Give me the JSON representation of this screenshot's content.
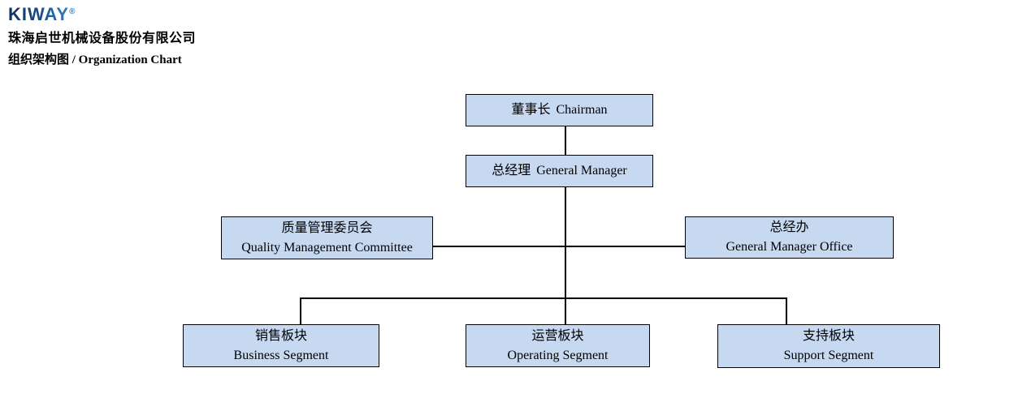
{
  "header": {
    "logo_text": "KIWAY",
    "logo_registered_mark": "®",
    "company_name": "珠海启世机械设备股份有限公司",
    "chart_title": "组织架构图 / Organization Chart"
  },
  "colors": {
    "node_fill": "#c6d9f1",
    "node_border": "#000000",
    "connector": "#000000",
    "logo_blue_dark": "#12305f",
    "logo_blue_light": "#3181c4",
    "background": "#ffffff"
  },
  "org_chart": {
    "nodes": {
      "chairman": {
        "zh": "董事长",
        "en": "Chairman"
      },
      "general_manager": {
        "zh": "总经理",
        "en": "General Manager"
      },
      "quality_committee": {
        "zh": "质量管理委员会",
        "en": "Quality Management Committee"
      },
      "gm_office": {
        "zh": "总经办",
        "en": "General Manager Office"
      },
      "business_segment": {
        "zh": "销售板块",
        "en": "Business Segment"
      },
      "operating_segment": {
        "zh": "运营板块",
        "en": "Operating Segment"
      },
      "support_segment": {
        "zh": "支持板块",
        "en": "Support Segment"
      }
    },
    "hierarchy": [
      {
        "parent": "chairman",
        "child": "general_manager"
      },
      {
        "parent": "general_manager",
        "child": "quality_committee"
      },
      {
        "parent": "general_manager",
        "child": "gm_office"
      },
      {
        "parent": "general_manager",
        "child": "business_segment"
      },
      {
        "parent": "general_manager",
        "child": "operating_segment"
      },
      {
        "parent": "general_manager",
        "child": "support_segment"
      }
    ]
  }
}
